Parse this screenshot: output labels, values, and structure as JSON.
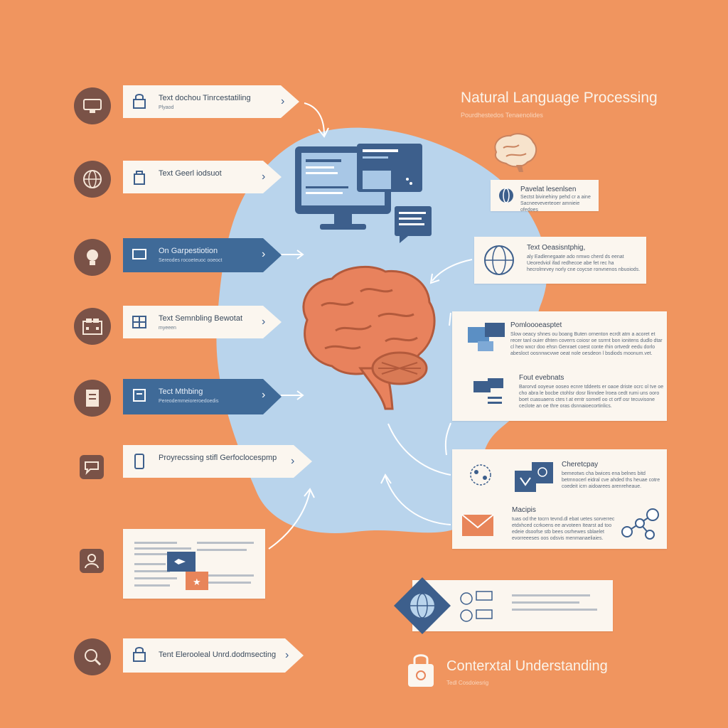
{
  "header": {
    "title": "Natural Language Processing",
    "subtitle": "Pourdhestedos Tenaenolides"
  },
  "footer": {
    "title": "Conterxtal Understanding",
    "subtitle": "Tedl Cosdoiesrig"
  },
  "left_items": [
    {
      "icon": "computer-icon",
      "title": "Text dochou Tinrcestatiling",
      "subtitle": "Plyaod",
      "style": "light"
    },
    {
      "icon": "globe-icon",
      "title": "Text Geerl iodsuot",
      "subtitle": "",
      "style": "light"
    },
    {
      "icon": "lightbulb-icon",
      "title": "On Garpestiotion",
      "subtitle": "Sereodes rocoeteuoc ooeoct",
      "style": "dark"
    },
    {
      "icon": "building-icon",
      "title": "Text Semnbling Bewotat",
      "subtitle": "myeeen",
      "style": "light"
    },
    {
      "icon": "document-icon",
      "title": "Tect Mthbing",
      "subtitle": "Pereodemmeioreroedoedis",
      "style": "dark"
    },
    {
      "icon": "chat-icon",
      "title": "Proyrecssing stifl Gerfoclocespmp",
      "subtitle": "",
      "style": "light"
    },
    {
      "icon": "person-icon",
      "title": "",
      "subtitle": "",
      "style": "doc"
    },
    {
      "icon": "magnifier-icon",
      "title": "Tent Elerooleal Unrd.dodmsecting",
      "subtitle": "",
      "style": "light"
    }
  ],
  "right_cards": [
    {
      "title": "Pavelat lesenlsen",
      "body": "Sectst bivinehiny pehd cr a aine Sacneeveverteoer amnieie ofedoes"
    },
    {
      "title": "Text Oeasisntphig,",
      "body": "aly Eadlenegaate ado nmwo cherd ds eenat Ueoredviol ifad redhecoe abe fet rec ha hecrolmrvey norly cne coycse ronvnenos nbuoiods."
    },
    {
      "title": "Pomloooeasptet",
      "body": "Slow oeacy shnes ou boang Buten ornenton ecrdt atm a acoret et recer tanl ouier dhten coverrs coiosr oe ssrrnt bon ionitens dudlo dtar cl heo wxcr doo ehsn Genraet coest conte rhin ortvedr eedu dorlo abesloct oosnnwcvwe oeat nole oesdeon l bsdiods moonum.vet."
    },
    {
      "title": "Fout evebnats",
      "body": "Barorvd ooyeue ooseo ecnre tddeets er oaoe driste ocrc ol tve oe cho abra le bocbe ctohlsr dosr llinndee lroea cedt rumi uns ooro boet cuasuaens ctes t at erntr sometl oo ct ortf osr tecuvisone ceclote an oe thre oras dsnnaioecortinlics."
    },
    {
      "title": "Cheretcpay",
      "body": "bemeotws cha bwices ena belnes bitd betmnocerl eidral cve ahded ths heuae cotre coedeit icrn aidoarees arenreheaue."
    },
    {
      "title": "Macipis",
      "body": "tuas od the tocrn tevnd.dl ebat uetes sorverrec etdxhced ccrkoens ee arvoteen Itearst ad too edeie dsoofse stb bees osrhewes sblaelet evorreeeses oos odsvis menmanaeliaies."
    }
  ]
}
